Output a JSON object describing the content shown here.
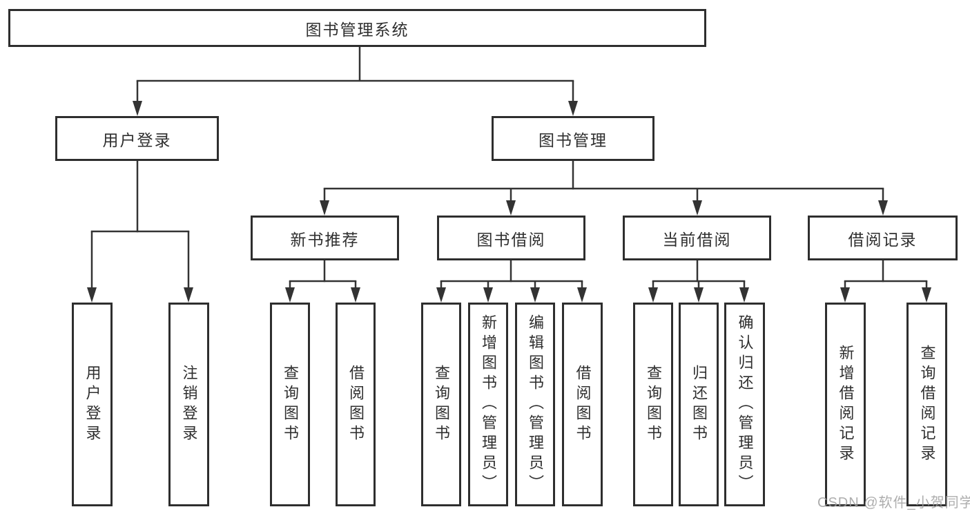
{
  "title": "图书管理系统",
  "branches": {
    "user_login": {
      "label": "用户登录",
      "leaves": [
        "用户登录",
        "注销登录"
      ]
    },
    "book_mgmt": {
      "label": "图书管理",
      "groups": [
        {
          "label": "新书推荐",
          "leaves": [
            "查询图书",
            "借阅图书"
          ]
        },
        {
          "label": "图书借阅",
          "leaves": [
            "查询图书",
            "新增图书（管理员）",
            "编辑图书（管理员）",
            "借阅图书"
          ]
        },
        {
          "label": "当前借阅",
          "leaves": [
            "查询图书",
            "归还图书",
            "确认归还（管理员）"
          ]
        },
        {
          "label": "借阅记录",
          "leaves": [
            "新增借阅记录",
            "查询借阅记录"
          ]
        }
      ]
    }
  },
  "watermark": "CSDN @软件_小贺同学",
  "colors": {
    "line": "#333333",
    "box_border": "#2e2e2e",
    "text": "#2f2f2f",
    "watermark": "#9f9f9f",
    "background": "#ffffff"
  }
}
